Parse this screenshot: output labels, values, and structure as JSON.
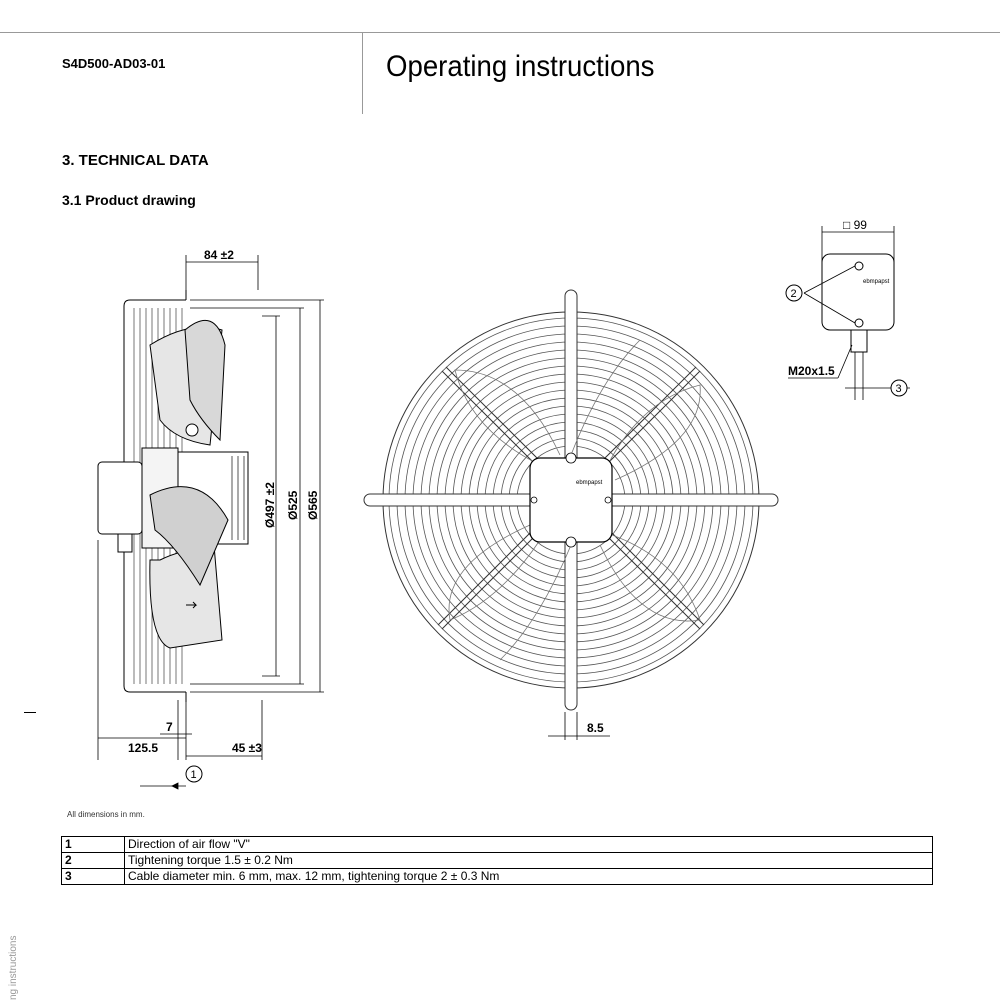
{
  "header": {
    "model": "S4D500-AD03-01",
    "title": "Operating instructions"
  },
  "section": {
    "heading": "3. TECHNICAL DATA",
    "subheading": "3.1 Product drawing"
  },
  "drawing": {
    "dim_depth": "84 ±2",
    "dim_d1": "Ø497 ±2",
    "dim_d2": "Ø525",
    "dim_d3": "Ø565",
    "dim_7": "7",
    "dim_125": "125.5",
    "dim_45": "45 ±3",
    "dim_85": "8.5",
    "dim_box": "□ 99",
    "dim_thread": "M20x1.5",
    "callout_1": "1",
    "callout_2": "2",
    "callout_3": "3",
    "box_brand": "ebmpapst"
  },
  "note": "All dimensions in mm.",
  "legend": [
    {
      "num": "1",
      "text": "Direction of air flow \"V\""
    },
    {
      "num": "2",
      "text": "Tightening torque 1.5 ± 0.2 Nm"
    },
    {
      "num": "3",
      "text": "Cable diameter min. 6 mm, max. 12 mm, tightening torque 2 ± 0.3 Nm"
    }
  ],
  "side_text": "ng instructions"
}
